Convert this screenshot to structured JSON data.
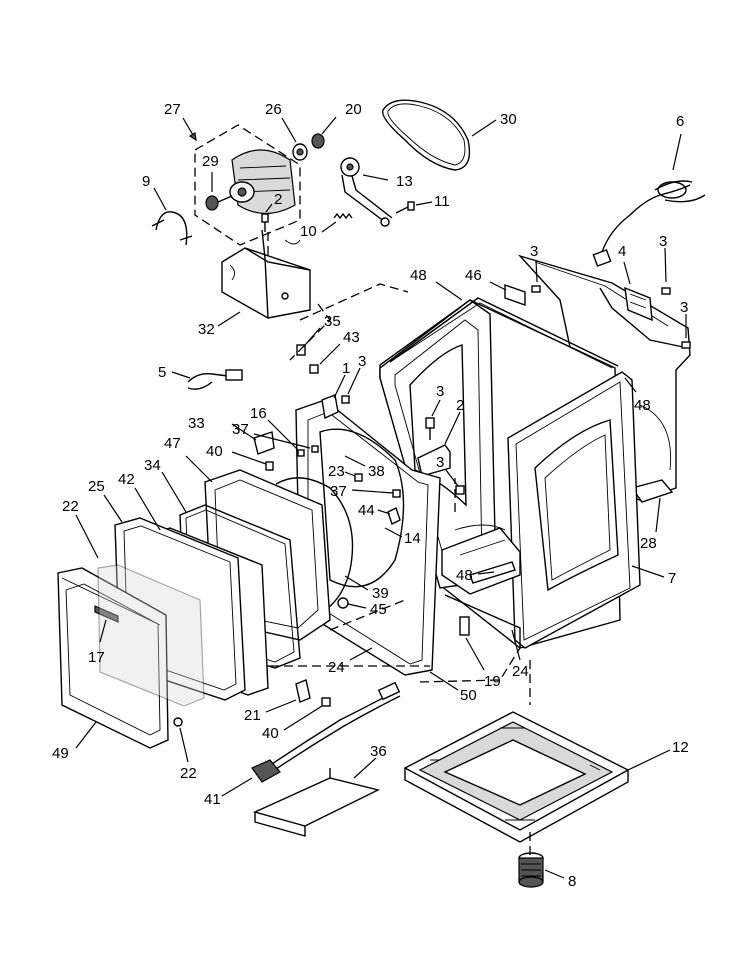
{
  "callouts": [
    {
      "id": "c27a",
      "text": "27"
    },
    {
      "id": "c26",
      "text": "26"
    },
    {
      "id": "c20",
      "text": "20"
    },
    {
      "id": "c30",
      "text": "30"
    },
    {
      "id": "c6",
      "text": "6"
    },
    {
      "id": "c29",
      "text": "29"
    },
    {
      "id": "c9",
      "text": "9"
    },
    {
      "id": "c13",
      "text": "13"
    },
    {
      "id": "c2a",
      "text": "2"
    },
    {
      "id": "c11",
      "text": "11"
    },
    {
      "id": "c10",
      "text": "10"
    },
    {
      "id": "c3a",
      "text": "3"
    },
    {
      "id": "c4",
      "text": "4"
    },
    {
      "id": "c3b",
      "text": "3"
    },
    {
      "id": "c48a",
      "text": "48"
    },
    {
      "id": "c46",
      "text": "46"
    },
    {
      "id": "c3c",
      "text": "3"
    },
    {
      "id": "c32",
      "text": "32"
    },
    {
      "id": "c35",
      "text": "35"
    },
    {
      "id": "c43",
      "text": "43"
    },
    {
      "id": "c5",
      "text": "5"
    },
    {
      "id": "c1",
      "text": "1"
    },
    {
      "id": "c3d",
      "text": "3"
    },
    {
      "id": "c48b",
      "text": "48"
    },
    {
      "id": "c3e",
      "text": "3"
    },
    {
      "id": "c2b",
      "text": "2"
    },
    {
      "id": "c33",
      "text": "33"
    },
    {
      "id": "c16",
      "text": "16"
    },
    {
      "id": "c37a",
      "text": "37"
    },
    {
      "id": "c47",
      "text": "47"
    },
    {
      "id": "c40a",
      "text": "40"
    },
    {
      "id": "c23",
      "text": "23"
    },
    {
      "id": "c38",
      "text": "38"
    },
    {
      "id": "c3f",
      "text": "3"
    },
    {
      "id": "c37b",
      "text": "37"
    },
    {
      "id": "c34",
      "text": "34"
    },
    {
      "id": "c42",
      "text": "42"
    },
    {
      "id": "c25",
      "text": "25"
    },
    {
      "id": "c44",
      "text": "44"
    },
    {
      "id": "c22a",
      "text": "22"
    },
    {
      "id": "c28",
      "text": "28"
    },
    {
      "id": "c14",
      "text": "14"
    },
    {
      "id": "c7",
      "text": "7"
    },
    {
      "id": "c39",
      "text": "39"
    },
    {
      "id": "c48c",
      "text": "48"
    },
    {
      "id": "c45",
      "text": "45"
    },
    {
      "id": "c17",
      "text": "17"
    },
    {
      "id": "c24a",
      "text": "24"
    },
    {
      "id": "c24b",
      "text": "24"
    },
    {
      "id": "c19",
      "text": "19"
    },
    {
      "id": "c50",
      "text": "50"
    },
    {
      "id": "c21",
      "text": "21"
    },
    {
      "id": "c40b",
      "text": "40"
    },
    {
      "id": "c49",
      "text": "49"
    },
    {
      "id": "c22b",
      "text": "22"
    },
    {
      "id": "c12",
      "text": "12"
    },
    {
      "id": "c36",
      "text": "36"
    },
    {
      "id": "c41",
      "text": "41"
    },
    {
      "id": "c8",
      "text": "8"
    }
  ]
}
